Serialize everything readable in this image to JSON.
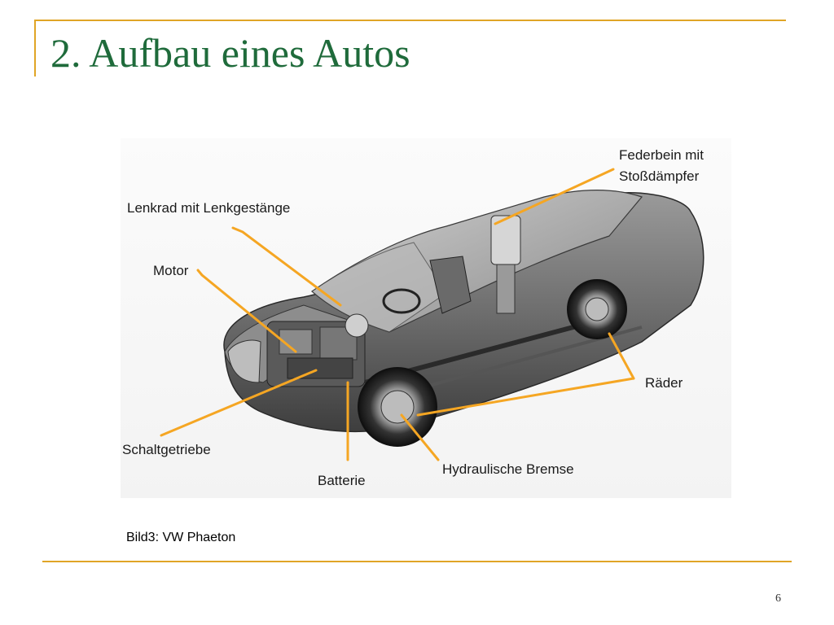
{
  "slide": {
    "title": "2. Aufbau eines Autos",
    "caption": "Bild3: VW Phaeton",
    "page_number": "6"
  },
  "diagram": {
    "labels": {
      "federbein_line1": "Federbein mit",
      "federbein_line2": "Stoßdämpfer",
      "lenkrad": "Lenkrad mit Lenkgestänge",
      "motor": "Motor",
      "raeder": "Räder",
      "schaltgetriebe": "Schaltgetriebe",
      "batterie": "Batterie",
      "bremse": "Hydraulische Bremse"
    },
    "colors": {
      "accent": "#e0a526",
      "title": "#1f6b3b",
      "leader": "#f5a623"
    }
  }
}
